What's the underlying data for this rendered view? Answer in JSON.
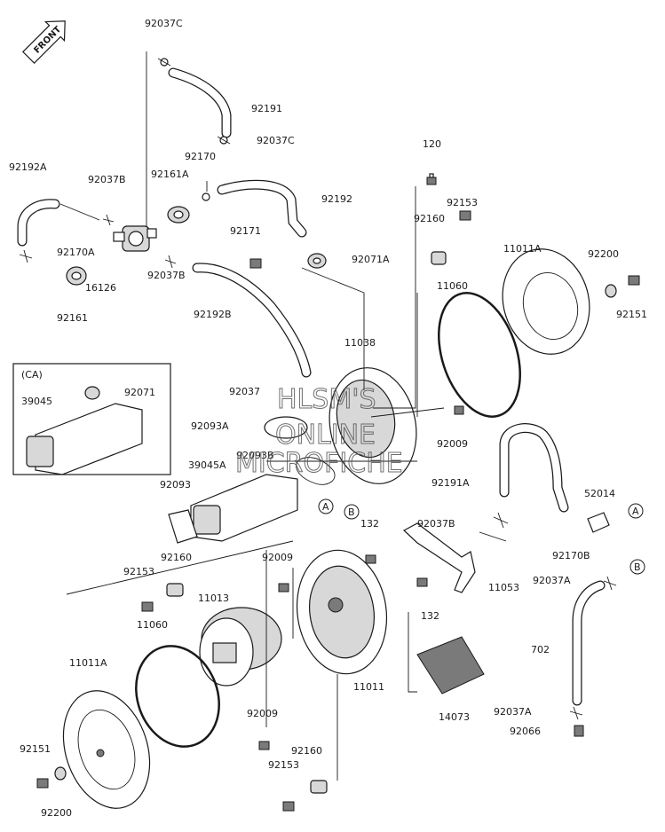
{
  "front_marker": "FRONT",
  "inset_label": "(CA)",
  "watermark": [
    "HLSM'S",
    "ONLINE",
    "MICROFICHE"
  ],
  "callouts": [
    "A",
    "B"
  ],
  "labels": [
    "92037C",
    "92191",
    "92037C",
    "92170",
    "92192A",
    "92037B",
    "92161A",
    "92192",
    "120",
    "92153",
    "92160",
    "11011A",
    "92200",
    "92151",
    "92171",
    "92071A",
    "92170A",
    "16126",
    "92161",
    "92037B",
    "92192B",
    "11060",
    "11038",
    "92071",
    "39045",
    "92037",
    "92093A",
    "92093B",
    "92009",
    "39045A",
    "92191A",
    "52014",
    "92093",
    "92037B",
    "92170B",
    "132",
    "92160",
    "92009",
    "92153",
    "11053",
    "92037A",
    "132",
    "11013",
    "11060",
    "702",
    "11011A",
    "11011",
    "14073",
    "92009",
    "92037A",
    "92066",
    "92151",
    "92160",
    "92153",
    "92200"
  ]
}
